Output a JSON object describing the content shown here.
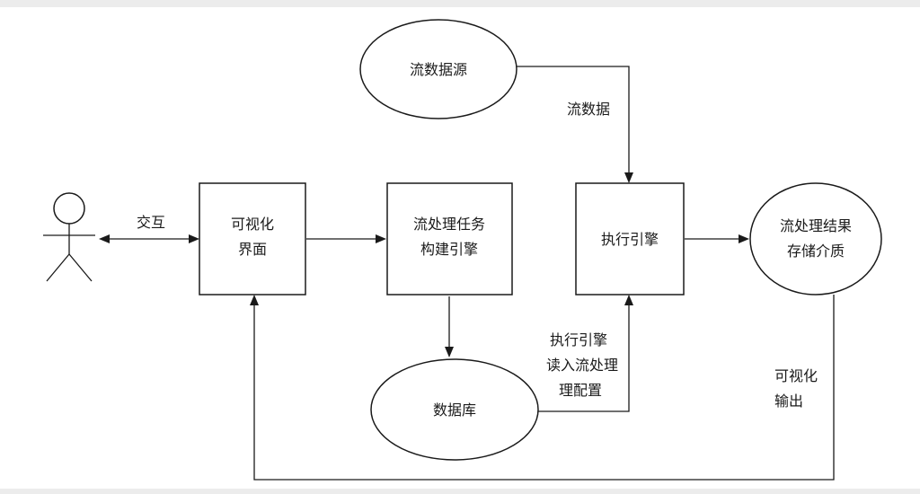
{
  "diagram": {
    "nodes": {
      "user": {
        "label": ""
      },
      "visual_ui": {
        "line1": "可视化",
        "line2": "界面"
      },
      "task_engine": {
        "line1": "流处理任务",
        "line2": "构建引擎"
      },
      "exec_engine": {
        "line1": "执行引擎"
      },
      "stream_source": {
        "line1": "流数据源"
      },
      "result_storage": {
        "line1": "流处理结果",
        "line2": "存储介质"
      },
      "database": {
        "line1": "数据库"
      }
    },
    "edges": {
      "interaction": {
        "label": "交互"
      },
      "stream_data": {
        "label": "流数据"
      },
      "read_config": {
        "line1": "执行引擎",
        "line2": "读入流处理",
        "line3": "理配置"
      },
      "visual_output": {
        "line1": "可视化",
        "line2": "输出"
      }
    }
  }
}
